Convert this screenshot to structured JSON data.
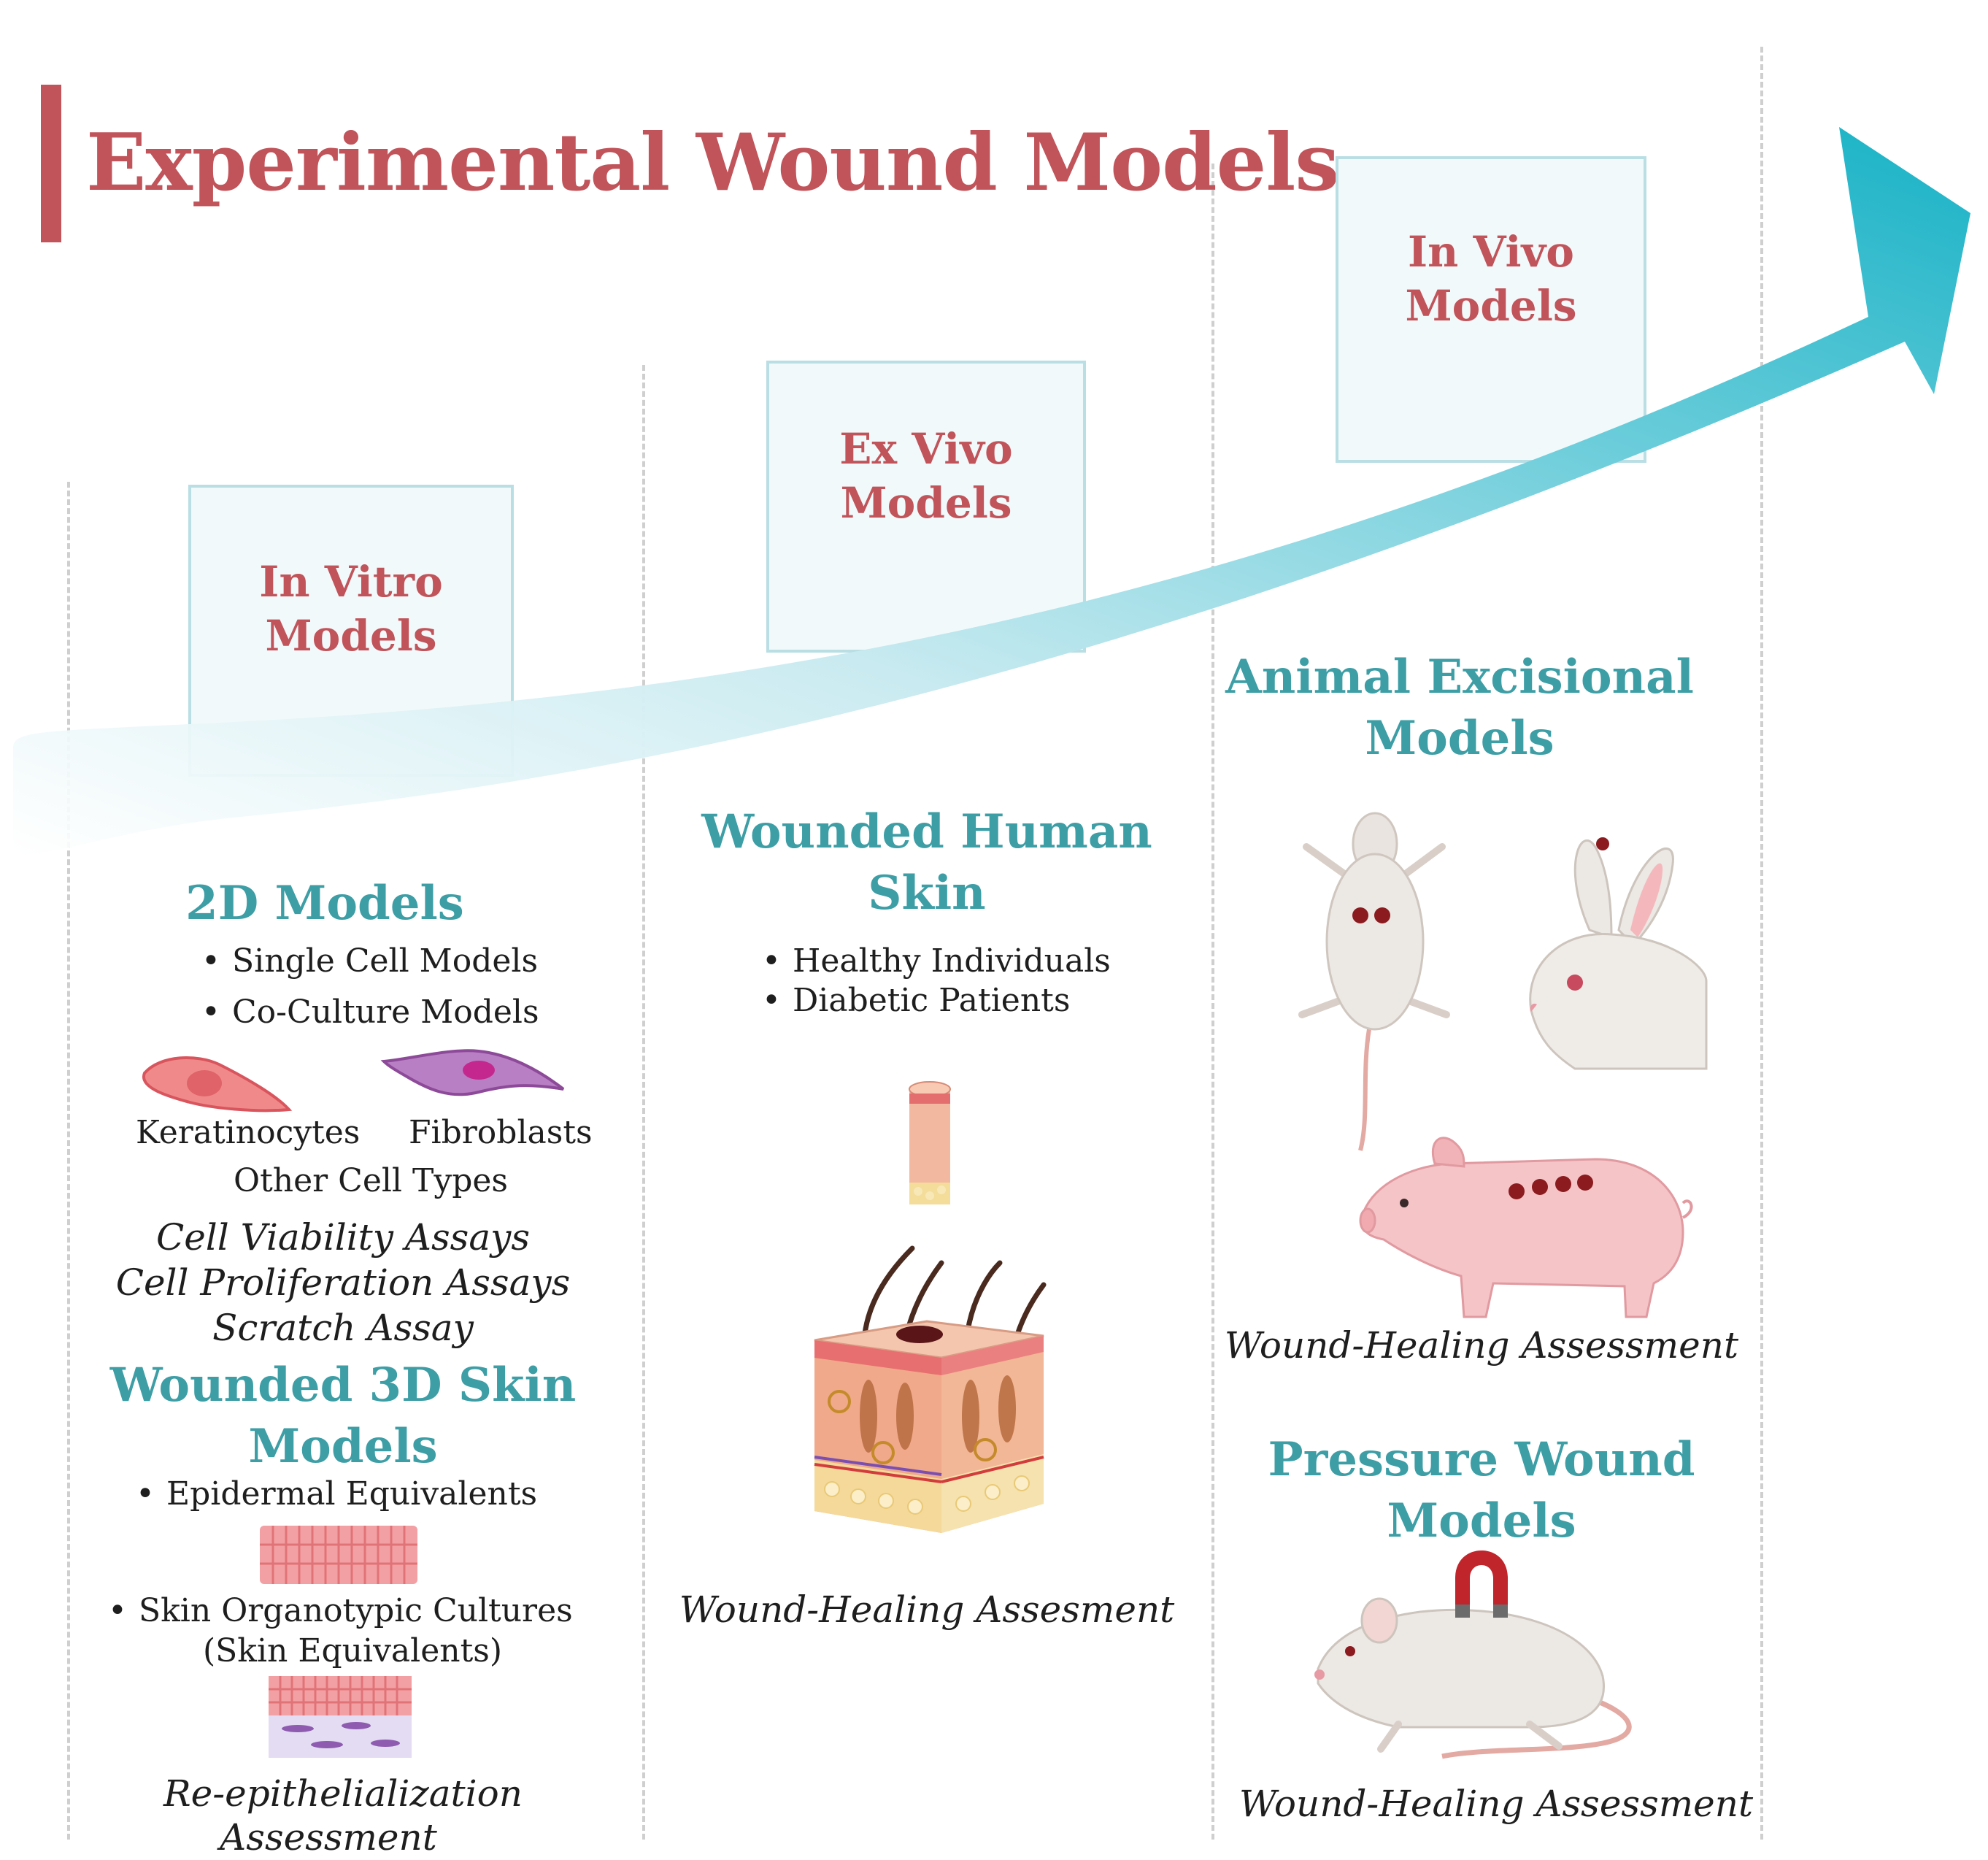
{
  "title": "Experimental Wound Models",
  "stages": [
    {
      "label_line1": "In Vitro",
      "label_line2": "Models"
    },
    {
      "label_line1": "Ex Vivo",
      "label_line2": "Models"
    },
    {
      "label_line1": "In Vivo",
      "label_line2": "Models"
    }
  ],
  "in_vitro": {
    "models_2d": {
      "heading": "2D Models",
      "bullets": [
        "Single Cell Models",
        "Co-Culture Models"
      ],
      "cell_labels": {
        "keratinocytes": "Keratinocytes",
        "fibroblasts": "Fibroblasts",
        "other": "Other Cell Types"
      },
      "assays": [
        "Cell Viability Assays",
        "Cell Proliferation Assays",
        "Scratch Assay"
      ]
    },
    "models_3d": {
      "heading_line1": "Wounded 3D Skin",
      "heading_line2": "Models",
      "bullet1": "Epidermal Equivalents",
      "bullet2_line1": "Skin Organotypic Cultures",
      "bullet2_line2": "(Skin Equivalents)",
      "assessment_line1": "Re-epithelialization",
      "assessment_line2": "Assessment"
    }
  },
  "ex_vivo": {
    "heading_line1": "Wounded Human",
    "heading_line2": "Skin",
    "bullets": [
      "Healthy Individuals",
      "Diabetic Patients"
    ],
    "assessment": "Wound-Healing Assesment"
  },
  "in_vivo": {
    "excisional": {
      "heading_line1": "Animal Excisional",
      "heading_line2": "Models",
      "assessment": "Wound-Healing Assessment"
    },
    "pressure": {
      "heading_line1": "Pressure Wound",
      "heading_line2": "Models",
      "assessment": "Wound-Healing Assessment"
    }
  },
  "colors": {
    "title": "#c0545a",
    "teal_heading": "#3d9ea6",
    "arrow_start": "#eaf7f9",
    "arrow_end": "#17b2c6",
    "box_border": "#b9dee4",
    "wound": "#8b1b1f"
  },
  "icons": [
    "mouse-icon",
    "rabbit-icon",
    "pig-icon",
    "rat-icon",
    "magnet-icon",
    "keratinocyte-icon",
    "fibroblast-icon",
    "skin-biopsy-icon",
    "skin-block-icon",
    "epidermal-equivalent-icon",
    "skin-equivalent-icon"
  ]
}
